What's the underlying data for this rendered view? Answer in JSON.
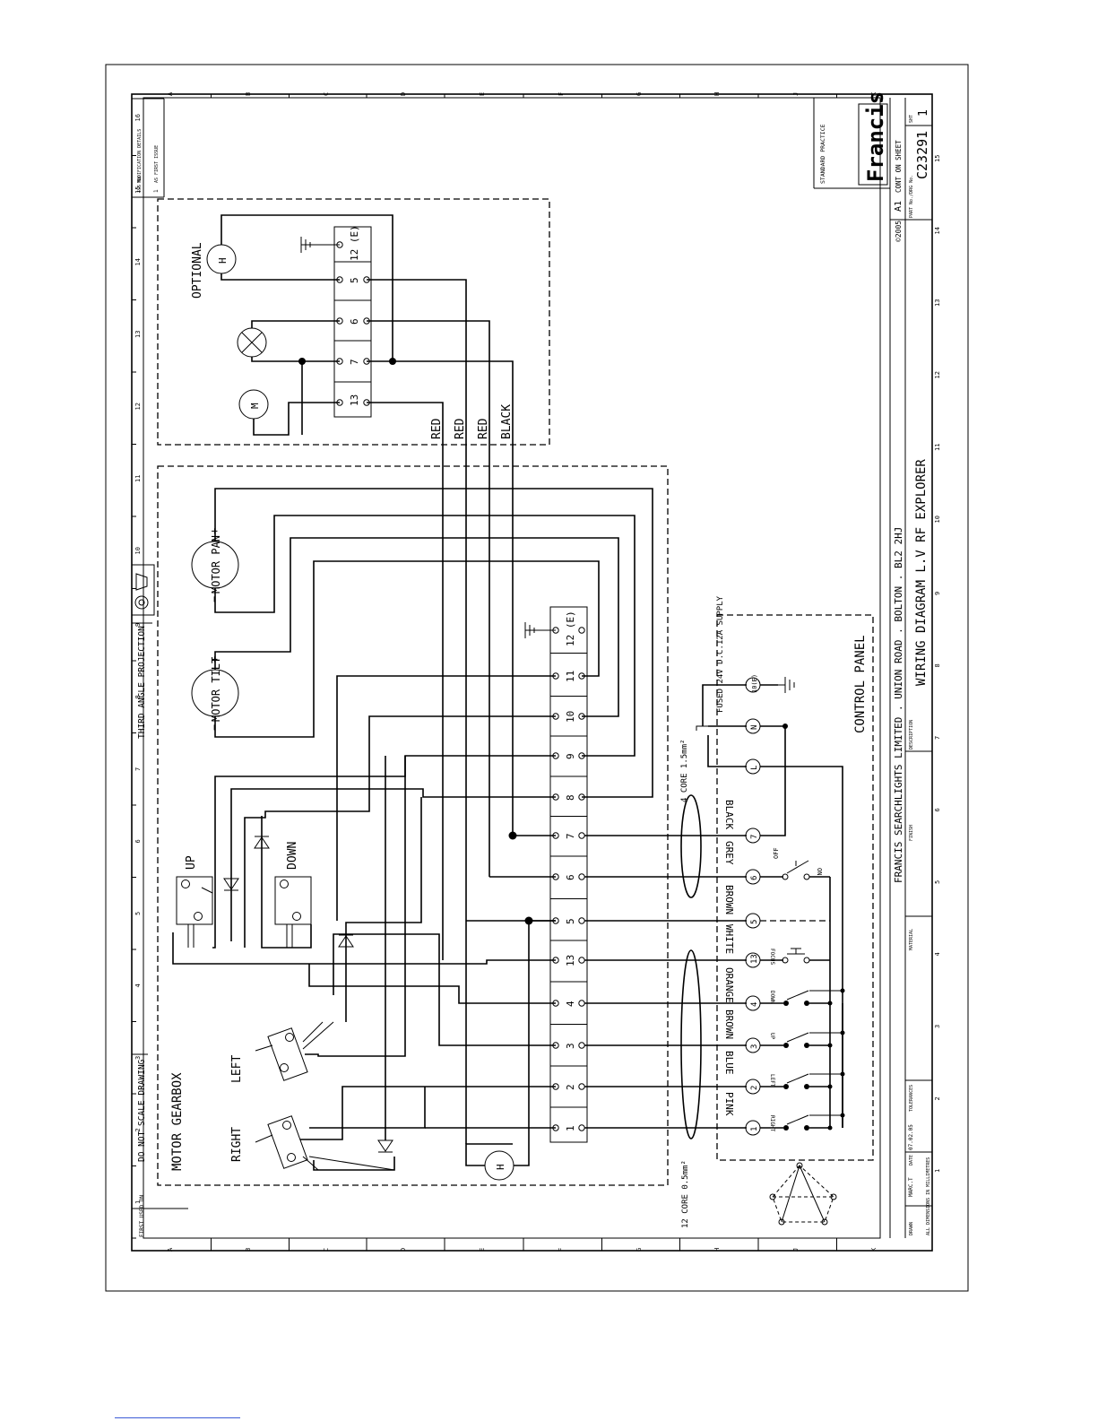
{
  "title_block": {
    "company": "FRANCIS SEARCHLIGHTS LIMITED . UNION ROAD . BOLTON . BL2 2HJ",
    "description": "WIRING DIAGRAM L.V RF EXPLORER",
    "drawing_no": "C23291",
    "sheet": "1",
    "size": "A1",
    "copyright": "©2005",
    "cont_on_sheet": "CONT ON SHEET",
    "brand": "Francis",
    "projection": "THIRD ANGLE PROJECTION",
    "do_not_scale": "DO NOT SCALE DRAWING",
    "standard_practice": "STANDARD PRACTICE",
    "first_used_on": "FIRST USED ON",
    "dimensions_note": "ALL DIMENSIONS IN MILLIMETRES",
    "drawn": "DRAWN",
    "drawn_by": "MARC.T",
    "date_label": "DATE",
    "date": "07.02.05",
    "tolerances": "TOLERANCES",
    "finish": "FINISH",
    "material": "MATERIAL",
    "description_label": "DESCRIPTION",
    "part_no_label": "PART No./DRG No.",
    "sht_label": "SHT",
    "issue_label": "ISS No",
    "modification_label": "MODIFICATION DETAILS",
    "issue_no": "1",
    "modification": "AS FIRST ISSUE"
  },
  "grid": {
    "numbers": [
      "1",
      "2",
      "3",
      "4",
      "5",
      "6",
      "7",
      "8",
      "9",
      "10",
      "11",
      "12",
      "13",
      "14",
      "15",
      "16"
    ],
    "letters": [
      "A",
      "B",
      "C",
      "D",
      "E",
      "F",
      "G",
      "H",
      "J",
      "K"
    ]
  },
  "optional_box": {
    "title": "OPTIONAL",
    "terminals": [
      "12 (E)",
      "5",
      "6",
      "7",
      "13"
    ],
    "motor": "M",
    "heater": "H",
    "wires": [
      "RED",
      "RED",
      "RED",
      "BLACK"
    ]
  },
  "gearbox_box": {
    "title": "MOTOR GEARBOX",
    "motor_pan": "MOTOR PAN",
    "motor_tilt": "MOTOR TILT",
    "plus": "+",
    "minus": "−",
    "switch_up": "UP",
    "switch_down": "DOWN",
    "switch_left": "LEFT",
    "switch_right": "RIGHT",
    "heater": "H",
    "terminals": [
      "12 (E)",
      "11",
      "10",
      "9",
      "8",
      "7",
      "6",
      "5",
      "13",
      "4",
      "3",
      "2",
      "1"
    ]
  },
  "cables": {
    "four_core": "4 CORE 1.5mm²",
    "twelve_core": "12 CORE 0.5mm²",
    "supply": "FUSED 24V D.C.12A SUPPLY"
  },
  "wire_colors": [
    "BLACK",
    "GREY",
    "BROWN",
    "WHITE",
    "ORANGE",
    "BROWN",
    "BLUE",
    "PINK"
  ],
  "control_panel": {
    "title": "CONTROL PANEL",
    "terminals": [
      "10(E)",
      "N",
      "L",
      "7",
      "6",
      "5",
      "13",
      "4",
      "3",
      "2",
      "1"
    ],
    "switch_labels": [
      "OFF",
      "ON",
      "FOCUS",
      "DOWN",
      "UP",
      "LEFT",
      "RIGHT"
    ]
  }
}
